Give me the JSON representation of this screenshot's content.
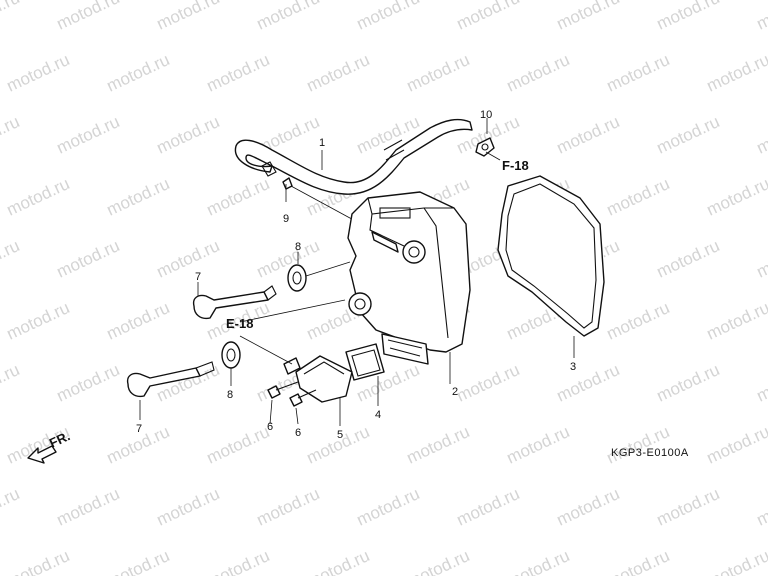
{
  "watermark": "motod.ru",
  "diagram_code": "KGP3-E0100A",
  "direction_label": "FR.",
  "references": {
    "f18": "F-18",
    "e18": "E-18"
  },
  "callouts": {
    "c1": "1",
    "c2": "2",
    "c3": "3",
    "c4": "4",
    "c5": "5",
    "c6a": "6",
    "c6b": "6",
    "c7a": "7",
    "c7b": "7",
    "c8a": "8",
    "c8b": "8",
    "c9": "9",
    "c10": "10"
  },
  "colors": {
    "line": "#111111",
    "watermark": "#d4d4d4",
    "background": "#ffffff"
  }
}
